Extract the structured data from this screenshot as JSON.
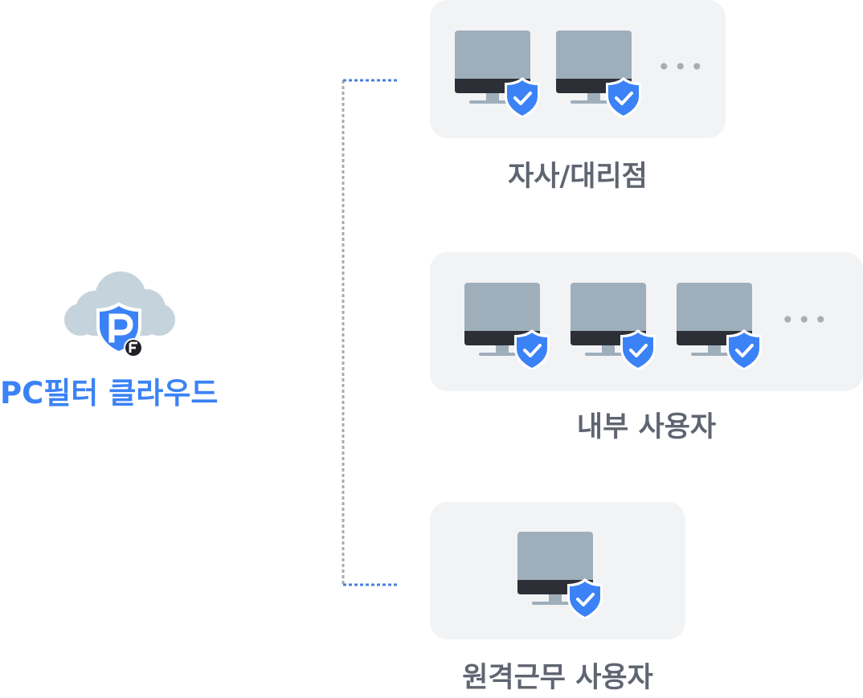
{
  "source": {
    "label": "PC필터 클라우드",
    "cloud_icon": "cloud-icon",
    "shield_icon": "shield-p-icon",
    "badge_icon": "f-badge-icon"
  },
  "groups": [
    {
      "label": "자사/대리점",
      "computers": 2,
      "ellipsis": "•••"
    },
    {
      "label": "내부 사용자",
      "computers": 3,
      "ellipsis": "•••"
    },
    {
      "label": "원격근무 사용자",
      "computers": 1,
      "ellipsis": ""
    }
  ],
  "icons": {
    "computer": "monitor-icon",
    "shield": "shield-check-icon"
  },
  "colors": {
    "brand_blue": "#3b82f6",
    "label_gray": "#5f6571",
    "monitor_gray": "#9faebb",
    "monitor_bezel": "#2c2f36",
    "cloud_gray": "#c5d3dc",
    "panel_bg": "#f2f3f5",
    "dots_gray": "#a8adb5"
  }
}
